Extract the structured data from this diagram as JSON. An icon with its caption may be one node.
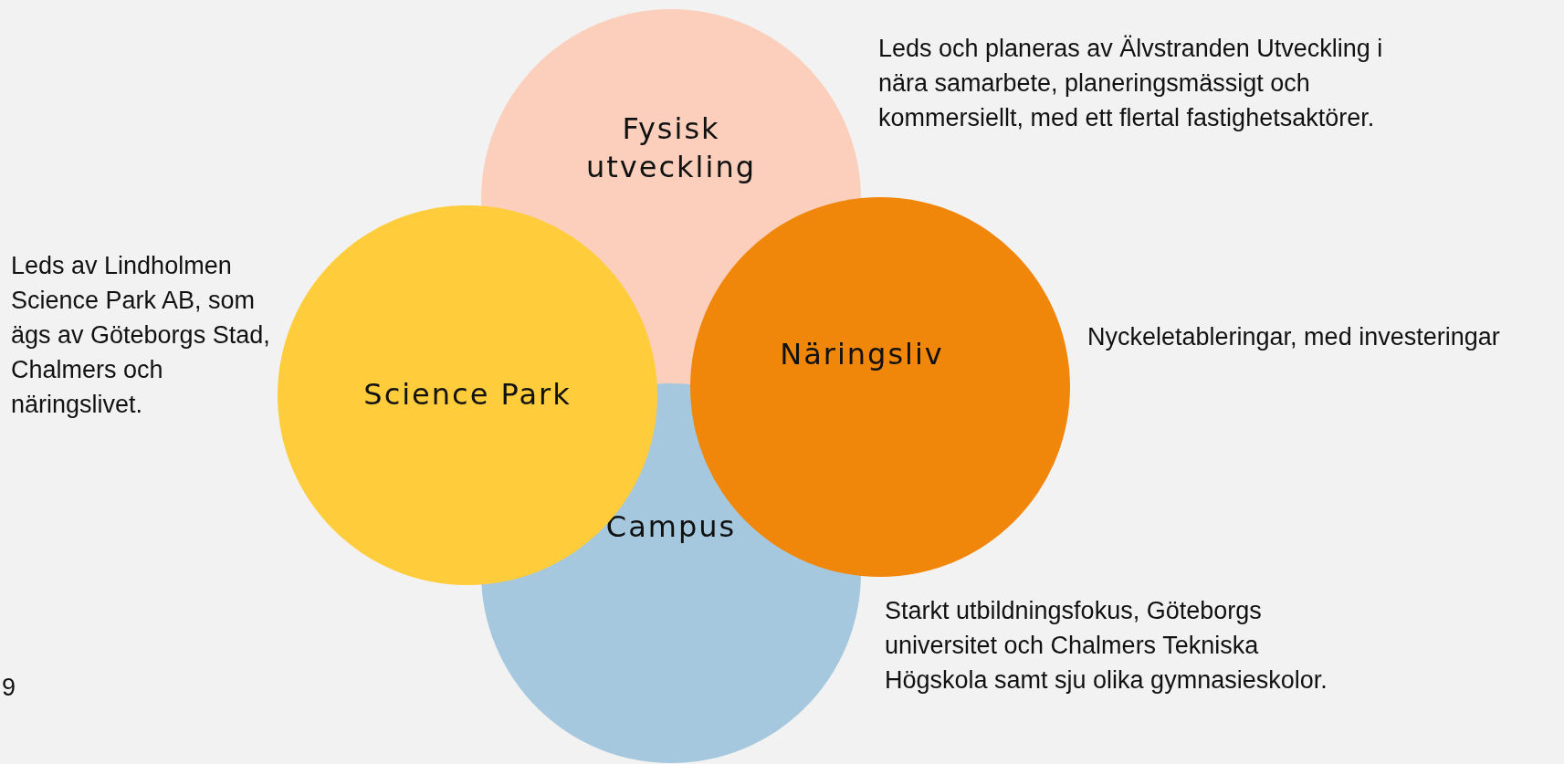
{
  "diagram": {
    "nodes": [
      {
        "text": [
          "Fysisk utveckling"
        ],
        "beside": [
          "Leds och planeras av Älvstranden Utveckling i nära samarbete, planeringsmässigt och kommersiellt, med ett flertal fastighetsaktörer."
        ]
      },
      {
        "text": [
          "Science Park"
        ],
        "beside": [
          "Leds av Lindholmen Science Park AB, som ägs av Göteborgs Stad, Chalmers och näringslivet."
        ]
      },
      {
        "text": [
          "Näringsliv"
        ],
        "beside": [
          "Nyckeletableringar, med investeringar"
        ]
      },
      {
        "text": [
          "Campus"
        ],
        "beside": [
          "Starkt utbildningsfokus, Göteborgs universitet och Chalmers Tekniska Högskola samt sju olika gymnasieskolor."
        ]
      }
    ],
    "edges": [],
    "labels": [
      "9"
    ]
  }
}
